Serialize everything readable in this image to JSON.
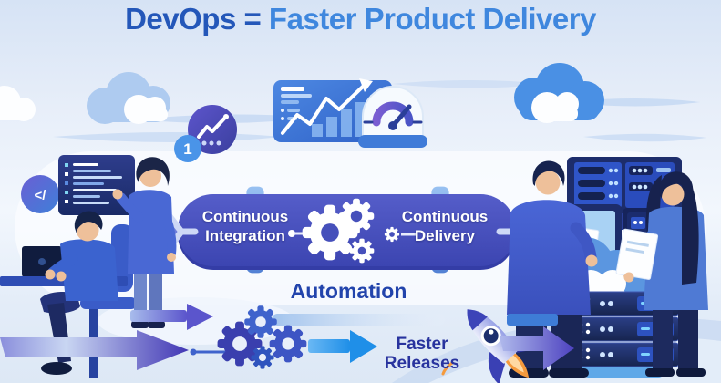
{
  "title": {
    "dark_part": "DevOps = ",
    "light_part": "Faster Product Delivery"
  },
  "banner": {
    "left_label": {
      "line1": "Continuous",
      "line2": "Integration"
    },
    "right_label": {
      "line1": "Continuous",
      "line2": "Delivery"
    }
  },
  "flow": {
    "automation_label": "Automation",
    "faster_releases": {
      "line1": "Faster",
      "line2": "Releases"
    }
  },
  "badges": {
    "notification_count": "1",
    "code_glyph": "</"
  },
  "icons": {
    "cloud": "cloud-icon",
    "analytics_card": "line-and-bar-chart-icon",
    "gauge": "speedometer-gauge-icon",
    "trend_badge": "trend-line-badge-icon",
    "notification": "notification-count-badge",
    "code": "code-brackets-icon",
    "code_screen": "code-editor-screen",
    "gear": "gear-icon",
    "branch": "git-branch-icon",
    "laptop": "laptop-icon",
    "monitors": "monitoring-dashboard-screens",
    "server_rack": "server-rack-icon",
    "rocket": "rocket-icon",
    "arrow": "arrow-right-icon"
  },
  "colors": {
    "title_dark": "#2457b9",
    "title_light": "#3f87de",
    "banner_fill": "#4751bd",
    "banner_text": "#ffffff",
    "background_top": "#d6e3f5",
    "gear_light_blue": "#8cbaef",
    "gear_blue": "#3f63cc",
    "gear_indigo": "#3a3fae",
    "arrow_indigo": "#4136b4",
    "arrow_cyan": "#1f8fe8",
    "flame_orange": "#f59a3c",
    "automation_text": "#2244ac",
    "faster_text": "#28339e",
    "cloud_blue": "#4a90e4"
  }
}
